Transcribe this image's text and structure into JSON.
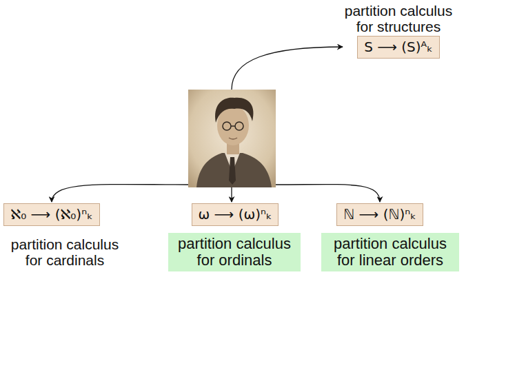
{
  "diagram": {
    "nodes": [
      {
        "text": [
          "partition calculus for structures",
          "S ⟶ (S)ᴬₖ"
        ]
      },
      {
        "text": [
          "ℵ₀ ⟶ (ℵ₀)ⁿₖ",
          "partition calculus for cardinals"
        ]
      },
      {
        "text": [
          "ω ⟶ (ω)ⁿₖ"
        ]
      },
      {
        "text": [
          "partition calculus for ordinals"
        ]
      },
      {
        "text": [
          "ℕ ⟶ (ℕ)ⁿₖ"
        ]
      },
      {
        "text": [
          "partition calculus for linear orders"
        ]
      }
    ]
  }
}
